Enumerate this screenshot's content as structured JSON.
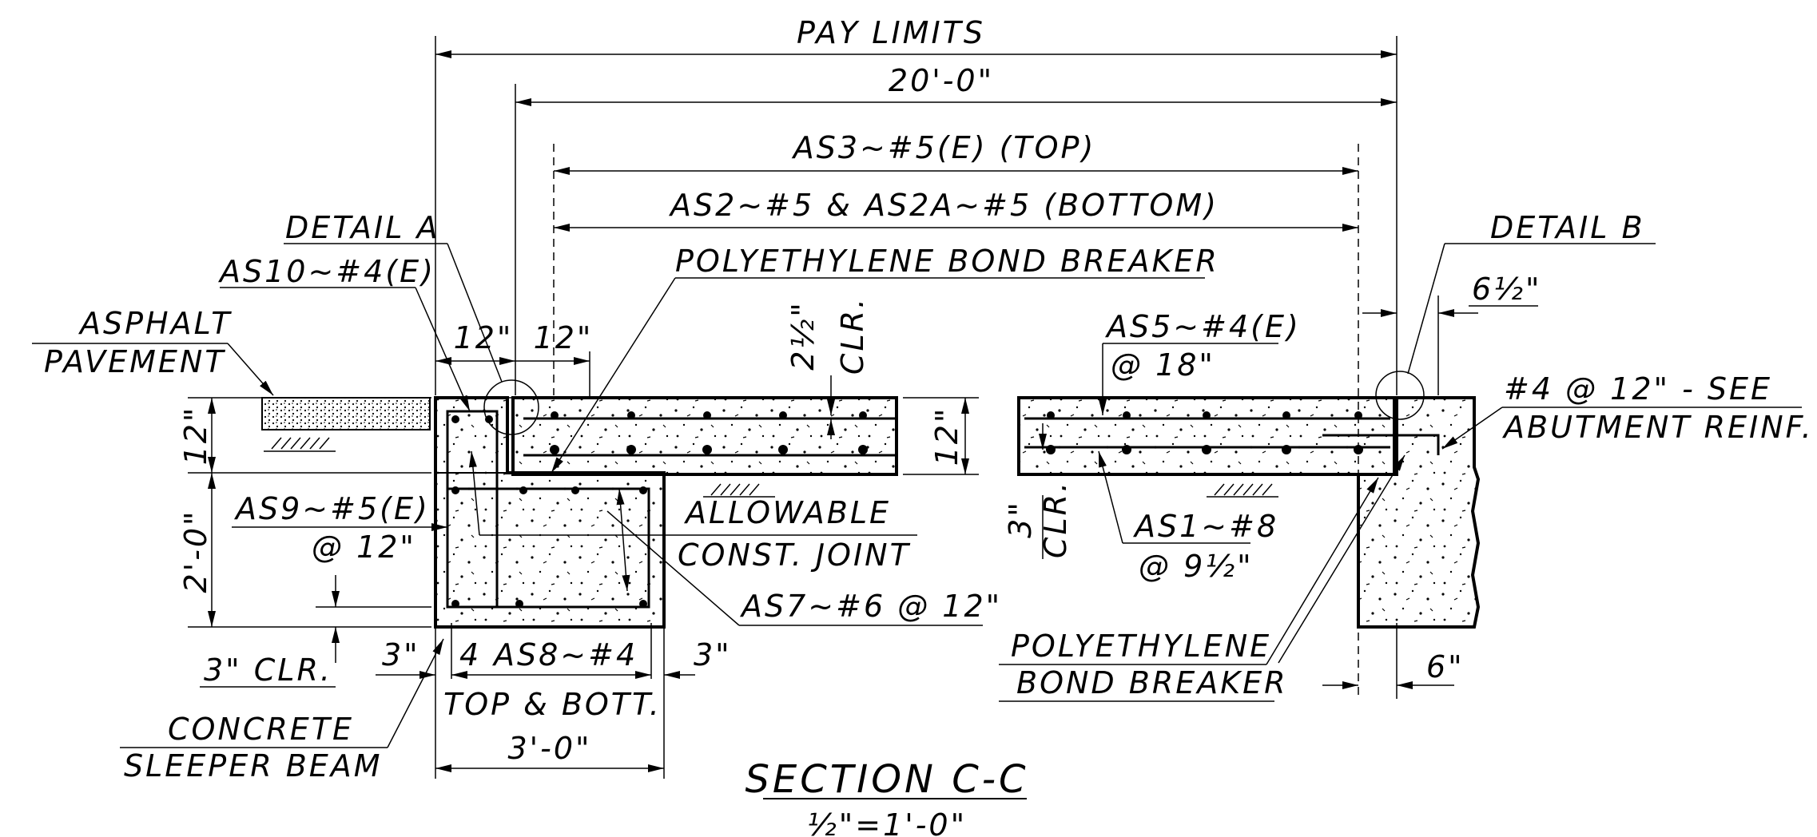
{
  "title": "SECTION C-C",
  "scale": "½\"=1'-0\"",
  "dimensions": {
    "pay_limits": "PAY LIMITS",
    "overall": "20'-0\"",
    "left_12_a": "12\"",
    "left_12_b": "12\"",
    "slab_thickness": "12\"",
    "beam_top": "12\"",
    "beam_depth": "2'-0\"",
    "clear_left": "3\"",
    "clear_right": "3\"",
    "beam_width": "3'-0\"",
    "top_clear": "2½\"",
    "top_clear_tag": "CLR.",
    "bottom_clear": "3\"",
    "bottom_clear_tag": "CLR.",
    "detail_b_dim": "6½\"",
    "wall_dim": "6\"",
    "bottom_3_clr": "3\" CLR."
  },
  "labels": {
    "as3": "AS3~#5(E) (TOP)",
    "as2": "AS2~#5 & AS2A~#5 (BOTTOM)",
    "detail_a": "DETAIL A",
    "detail_b": "DETAIL B",
    "as10": "AS10~#4(E)",
    "asphalt_1": "ASPHALT",
    "asphalt_2": "PAVEMENT",
    "bond_breaker_top": "POLYETHYLENE BOND BREAKER",
    "as5_1": "AS5~#4(E)",
    "as5_2": "@ 18\"",
    "abut_1": "#4 @ 12\" - SEE",
    "abut_2": "ABUTMENT REINF.",
    "as9_1": "AS9~#5(E)",
    "as9_2": "@ 12\"",
    "joint_1": "ALLOWABLE",
    "joint_2": "CONST. JOINT",
    "as1_1": "AS1~#8",
    "as1_2": "@ 9½\"",
    "as7": "AS7~#6 @ 12\"",
    "bond_breaker_bot_1": "POLYETHYLENE",
    "bond_breaker_bot_2": "BOND BREAKER",
    "as8_num": "4",
    "as8": "AS8~#4",
    "as8_2": "TOP & BOTT.",
    "sleeper_1": "CONCRETE",
    "sleeper_2": "SLEEPER BEAM"
  }
}
